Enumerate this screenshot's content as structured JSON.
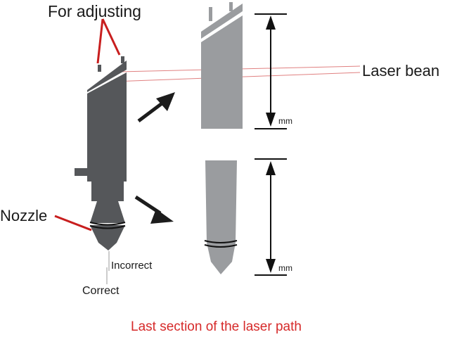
{
  "labels": {
    "for_adjusting": "For adjusting",
    "laser_beam": "Laser bean",
    "nozzle": "Nozzle",
    "incorrect": "Incorrect",
    "correct": "Correct",
    "mm_top": "mm",
    "mm_bottom": "mm"
  },
  "caption": "Last section of the laser path",
  "colors": {
    "head_dark": "#55575a",
    "head_light": "#9a9c9f",
    "arrow": "#1c1c1c",
    "leader": "#c81e1e",
    "beam_line": "#e08080",
    "caption": "#d62a2a"
  }
}
